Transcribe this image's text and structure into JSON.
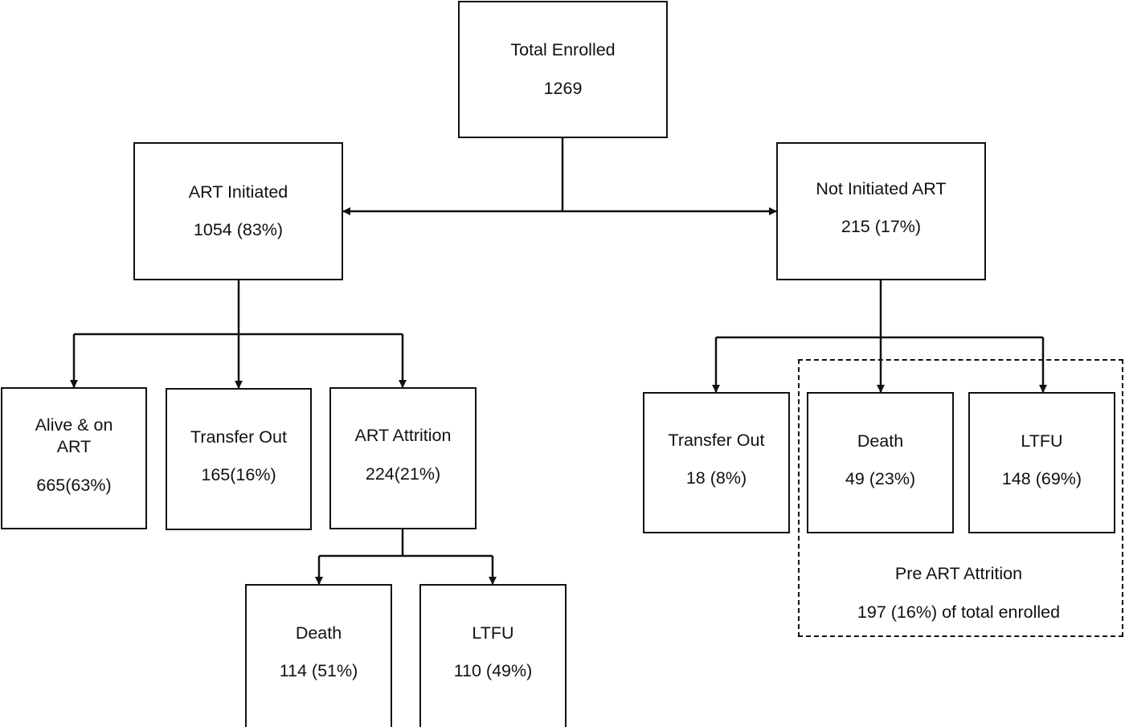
{
  "nodes": {
    "total": {
      "label": "Total Enrolled",
      "value": "1269"
    },
    "art_initiated": {
      "label": "ART Initiated",
      "value": "1054 (83%)"
    },
    "not_initiated": {
      "label": "Not Initiated ART",
      "value": "215 (17%)"
    },
    "alive_on_art": {
      "label_line1": "Alive & on",
      "label_line2": "ART",
      "value": "665(63%)"
    },
    "transfer_out_art": {
      "label": "Transfer Out",
      "value": "165(16%)"
    },
    "art_attrition": {
      "label": "ART Attrition",
      "value": "224(21%)"
    },
    "death_art": {
      "label": "Death",
      "value": "114 (51%)"
    },
    "ltfu_art": {
      "label": "LTFU",
      "value": "110 (49%)"
    },
    "transfer_out_pre": {
      "label": "Transfer Out",
      "value": "18 (8%)"
    },
    "death_pre": {
      "label": "Death",
      "value": "49 (23%)"
    },
    "ltfu_pre": {
      "label": "LTFU",
      "value": "148 (69%)"
    }
  },
  "pre_art_attrition": {
    "label": "Pre ART Attrition",
    "value": "197 (16%) of total enrolled"
  }
}
